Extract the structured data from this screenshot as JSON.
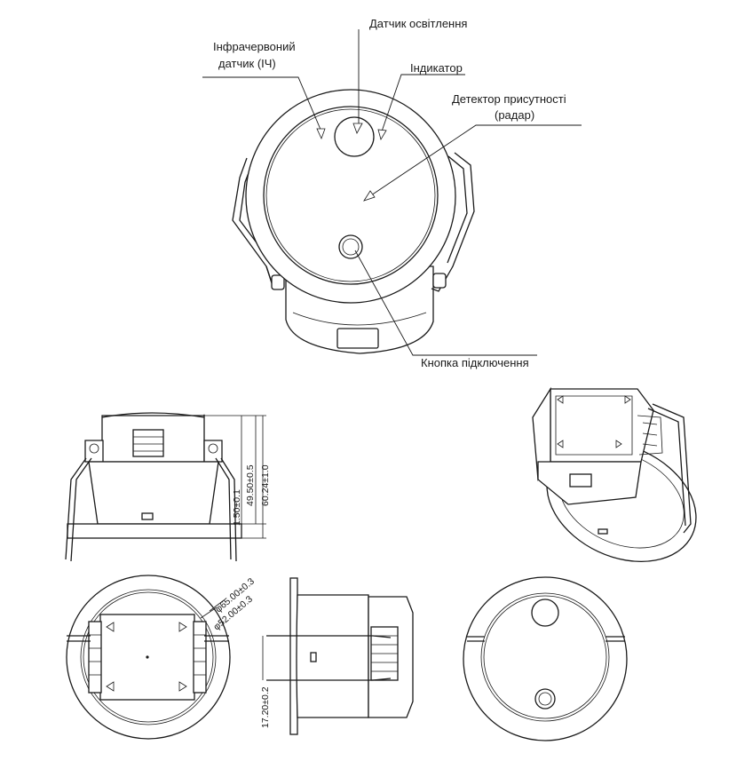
{
  "labels": {
    "ir_sensor_line1": "Інфрачервоний",
    "ir_sensor_line2": "датчик (ІЧ)",
    "light_sensor": "Датчик освітлення",
    "indicator": "Індикатор",
    "presence_detector_line1": "Детектор присутності",
    "presence_detector_line2": "(радар)",
    "connect_button": "Кнопка підключення"
  },
  "dimensions": {
    "height_small": "1.50±0.1",
    "height_body": "49.50±0.5",
    "height_total": "60.24±1.0",
    "outer_diameter": "φ65.00±0.3",
    "inner_diameter": "φ52.00±0.3",
    "flange_height": "17.20±0.2"
  }
}
